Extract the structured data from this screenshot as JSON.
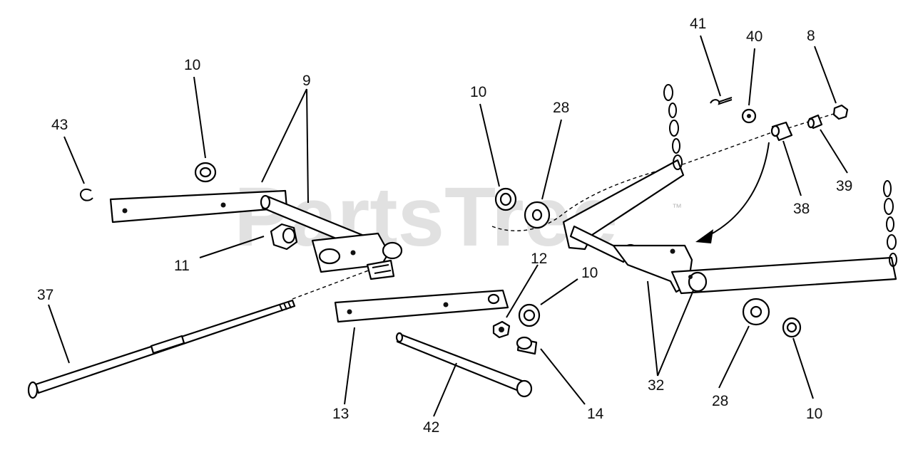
{
  "watermark": {
    "text": "PartsTree",
    "trademark": "™"
  },
  "callouts": {
    "c10a": "10",
    "c9": "9",
    "c43": "43",
    "c11": "11",
    "c37": "37",
    "c10b": "10",
    "c28a": "28",
    "c12": "12",
    "c10c": "10",
    "c13": "13",
    "c42": "42",
    "c14": "14",
    "c41": "41",
    "c40": "40",
    "c8": "8",
    "c38": "38",
    "c39": "39",
    "c32": "32",
    "c28b": "28",
    "c10d": "10"
  }
}
